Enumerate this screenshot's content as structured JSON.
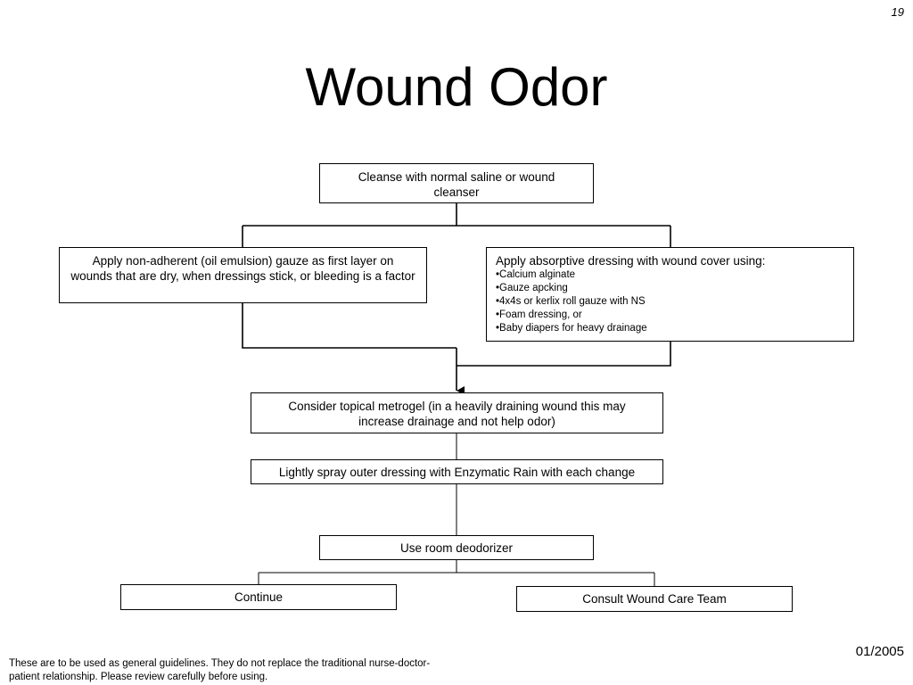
{
  "page_number": "19",
  "title": "Wound Odor",
  "flowchart": {
    "cleanse": "Cleanse with normal saline or wound cleanser",
    "non_adherent": "Apply non-adherent (oil emulsion) gauze as first layer on wounds that are dry, when dressings stick, or bleeding is a factor",
    "absorptive": {
      "heading": "Apply absorptive dressing with wound cover using:",
      "items": [
        "Calcium alginate",
        "Gauze apcking",
        "4x4s or kerlix roll gauze with NS",
        "Foam dressing, or",
        "Baby diapers for heavy drainage"
      ]
    },
    "metrogel": "Consider topical metrogel (in a heavily draining wound this may increase drainage and not help odor)",
    "spray": "Lightly spray outer dressing with Enzymatic Rain with each change",
    "deodorizer": "Use room deodorizer",
    "continue": "Continue",
    "consult": "Consult Wound Care Team"
  },
  "footer": {
    "note": "These are to be used as general guidelines. They do not replace the traditional nurse-doctor-patient relationship. Please review carefully before using.",
    "date": "01/2005"
  }
}
